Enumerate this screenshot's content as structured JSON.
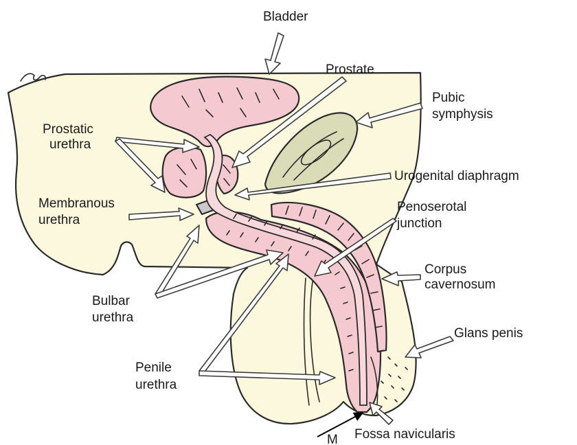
{
  "labels": {
    "bladder": "Bladder",
    "prostate": "Prostate",
    "pubic1": "Pubic",
    "pubic2": "symphysis",
    "prostatic1": "Prostatic",
    "prostatic2": "urethra",
    "urogenital": "Urogenital diaphragm",
    "membranous1": "Membranous",
    "membranous2": "urethra",
    "penoserotal1": "Penoserotal",
    "penoserotal2": "junction",
    "corpus1": "Corpus",
    "corpus2": "cavernosum",
    "bulbar1": "Bulbar",
    "bulbar2": "urethra",
    "glans": "Glans penis",
    "penile1": "Penile",
    "penile2": "urethra",
    "fossa": "Fossa navicularis",
    "m": "M"
  },
  "colors": {
    "body_fill": "#fbf8dd",
    "organ_pink": "#f4c9cf",
    "urethra_pink": "#f7d8dc",
    "symphysis_green": "#d9dcb6",
    "membranous_grey": "#c9c9c9"
  }
}
